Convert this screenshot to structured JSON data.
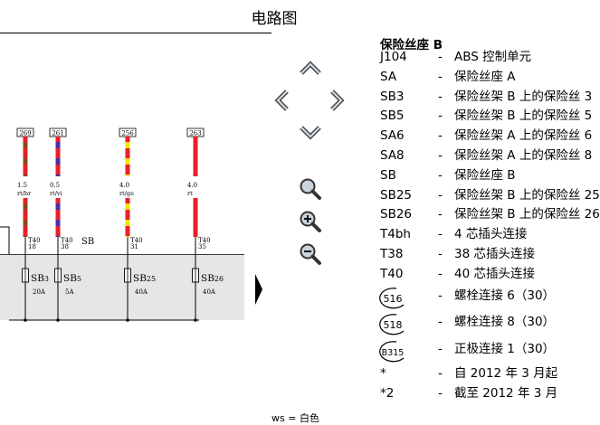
{
  "page_title": "电路图",
  "diagram": {
    "wires": [
      {
        "num": "269",
        "size": "1.5",
        "color": "rt/br",
        "connector": "T40",
        "pin": "18"
      },
      {
        "num": "261",
        "size": "0.5",
        "color": "rt/vi",
        "connector": "T40",
        "pin": "38"
      },
      {
        "num": "256",
        "size": "4.0",
        "color": "rt/ge",
        "connector": "T40",
        "pin": "31"
      },
      {
        "num": "263",
        "size": "4.0",
        "color": "rt",
        "connector": "T40",
        "pin": "35"
      }
    ],
    "sb_label": "SB",
    "fuses": [
      {
        "name": "SB3",
        "rating": "20A"
      },
      {
        "name": "SB5",
        "rating": "5A"
      },
      {
        "name": "SB25",
        "rating": "40A"
      },
      {
        "name": "SB26",
        "rating": "40A"
      }
    ]
  },
  "colors": {
    "red": "#e8202a",
    "yellow": "#f5e400",
    "violet": "#4a2da8",
    "brown": "#8c4a12",
    "box": "#e6e6e6"
  },
  "nav": {
    "up": "chevron-up-icon",
    "left": "chevron-left-icon",
    "right": "chevron-right-icon",
    "down": "chevron-down-icon",
    "zoom_fit": "magnifier-icon",
    "zoom_in": "zoom-in-icon",
    "zoom_out": "zoom-out-icon"
  },
  "legend": {
    "title": "保险丝座 B",
    "rows": [
      {
        "code": "J104",
        "desc": "ABS 控制单元"
      },
      {
        "code": "SA",
        "desc": "保险丝座 A"
      },
      {
        "code": "SB3",
        "desc": "保险丝架 B 上的保险丝 3"
      },
      {
        "code": "SB5",
        "desc": "保险丝架 B 上的保险丝 5"
      },
      {
        "code": "SA6",
        "desc": "保险丝架 A 上的保险丝 6"
      },
      {
        "code": "SA8",
        "desc": "保险丝架 A 上的保险丝 8"
      },
      {
        "code": "SB",
        "desc": "保险丝座 B"
      },
      {
        "code": "SB25",
        "desc": "保险丝架 B 上的保险丝 25"
      },
      {
        "code": "SB26",
        "desc": "保险丝架 B 上的保险丝 26"
      },
      {
        "code": "T4bh",
        "desc": "4 芯插头连接"
      },
      {
        "code": "T38",
        "desc": "38 芯插头连接"
      },
      {
        "code": "T40",
        "desc": "40 芯插头连接"
      }
    ],
    "connections": [
      {
        "code": "516",
        "desc": "螺栓连接 6（30）"
      },
      {
        "code": "518",
        "desc": "螺栓连接 8（30）"
      },
      {
        "code": "B315",
        "desc": "正极连接 1（30）"
      }
    ],
    "notes": [
      {
        "code": "*",
        "desc": "自 2012 年 3 月起"
      },
      {
        "code": "*2",
        "desc": "截至 2012 年 3 月"
      }
    ]
  },
  "footnote": "ws = 白色"
}
